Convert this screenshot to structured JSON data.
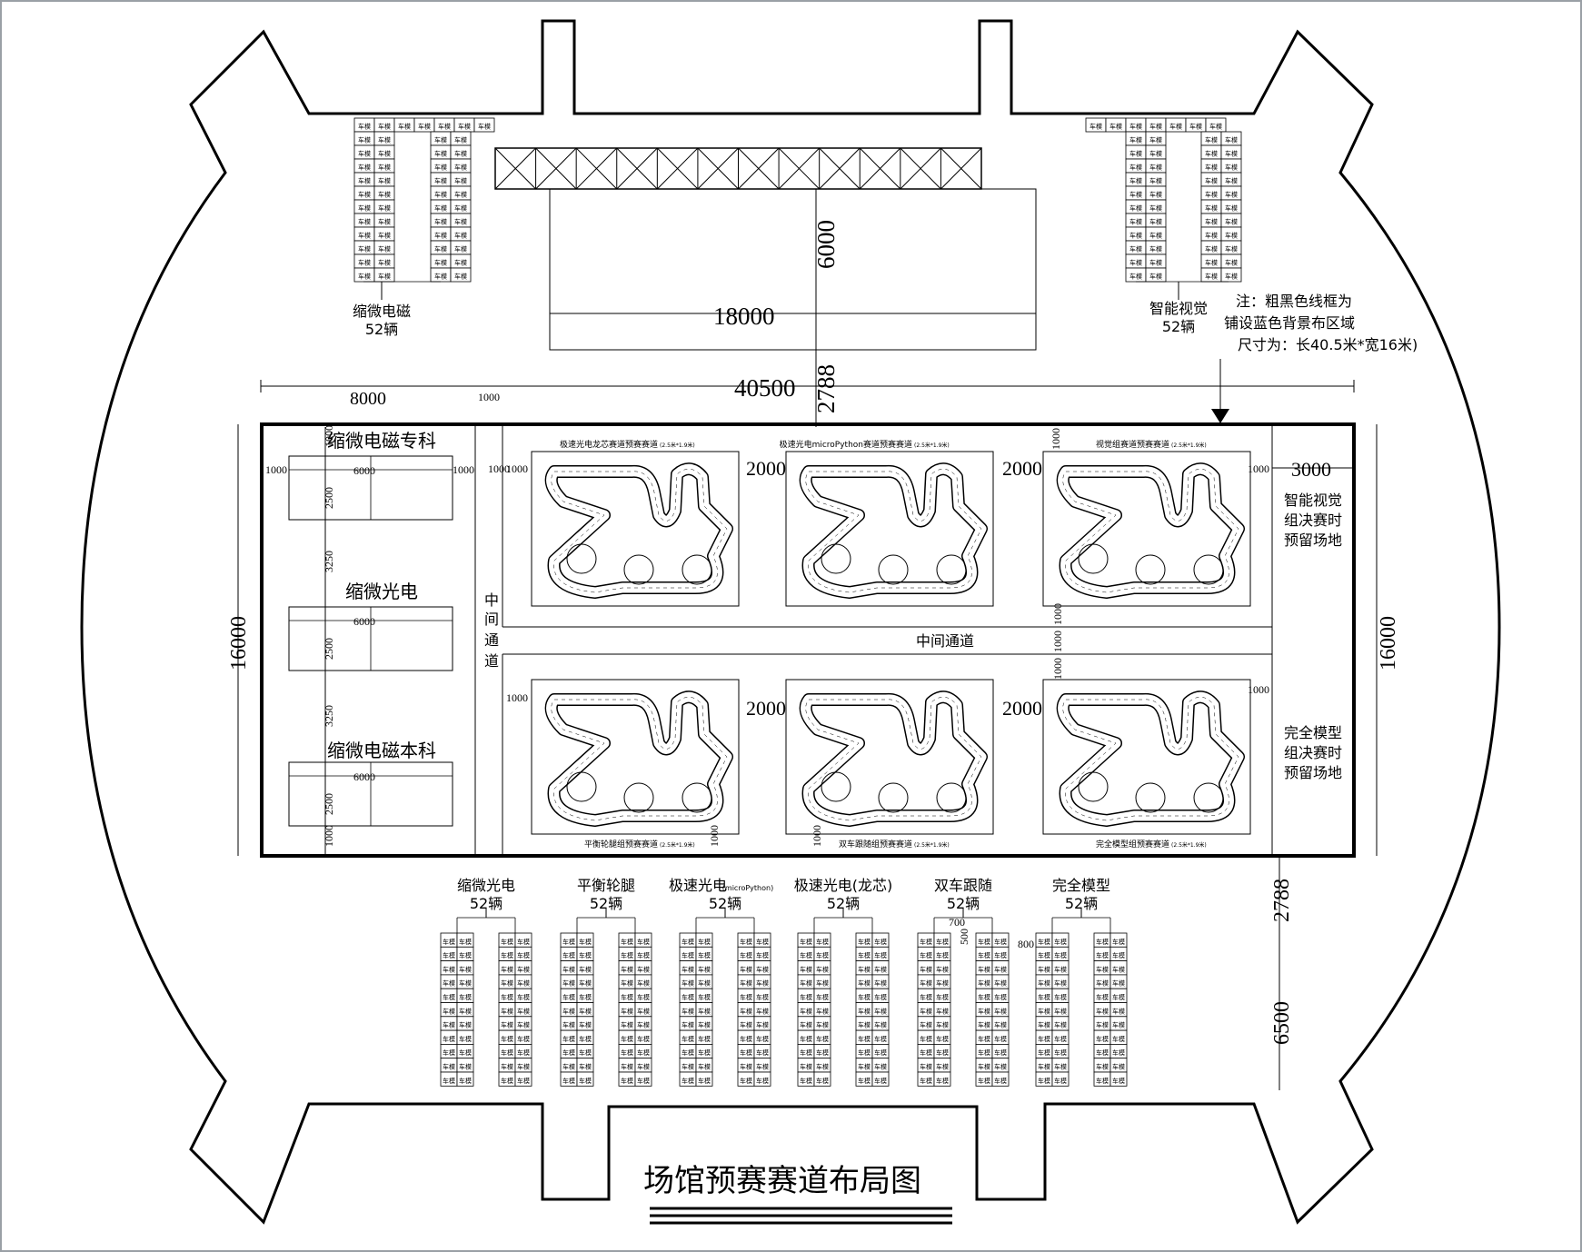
{
  "title": "场馆预赛赛道布局图",
  "note": {
    "line1": "注：粗黑色线框为",
    "line2": "铺设蓝色背景布区域",
    "line3": "尺寸为：长40.5米*宽16米)"
  },
  "top_parking": {
    "left": {
      "name": "缩微电磁",
      "count": "52辆"
    },
    "right": {
      "name": "智能视觉",
      "count": "52辆"
    }
  },
  "stand_dims": {
    "width": "18000",
    "depth": "6000"
  },
  "overall_dims": {
    "total_width": "40500",
    "left_zone_width": "8000",
    "gap_small": "1000",
    "gap_top": "2788",
    "height_left": "16000",
    "height_right": "16000",
    "right_zone_width": "3000",
    "gap_bottom": "2788",
    "parking_depth": "6500"
  },
  "left_zones": [
    {
      "name": "缩微电磁专科",
      "w": "6000",
      "h": "2500"
    },
    {
      "name": "缩微光电",
      "w": "6000",
      "h": "2500"
    },
    {
      "name": "缩微电磁本科",
      "w": "6000",
      "h": "2500"
    }
  ],
  "left_spacing": {
    "top": "1000",
    "gap1": "3250",
    "gap2": "3250",
    "bottom": "1000",
    "side": "1000"
  },
  "aisle": {
    "vertical": [
      "中",
      "间",
      "通",
      "道"
    ],
    "horizontal": "中间通道"
  },
  "tracks": {
    "top": [
      {
        "title": "极速光电龙芯赛道预赛赛道",
        "note": "(2.5米*1.9米)"
      },
      {
        "title": "极速光电microPython赛道预赛赛道",
        "note": "(2.5米*1.9米)"
      },
      {
        "title": "视觉组赛道预赛赛道",
        "note": "(2.5米*1.9米)"
      }
    ],
    "bottom": [
      {
        "title": "平衡轮腿组预赛赛道",
        "note": "(2.5米*1.9米)"
      },
      {
        "title": "双车跟随组预赛赛道",
        "note": "(2.5米*1.9米)"
      },
      {
        "title": "完全模型组预赛赛道",
        "note": "(2.5米*1.9米)"
      }
    ],
    "gap": "2000",
    "edge": "1000"
  },
  "right_zones": {
    "top": [
      "智能视觉",
      "组决赛时",
      "预留场地"
    ],
    "bottom": [
      "完全模型",
      "组决赛时",
      "预留场地"
    ]
  },
  "bottom_parking": [
    {
      "name": "缩微光电",
      "count": "52辆"
    },
    {
      "name": "平衡轮腿",
      "count": "52辆"
    },
    {
      "name": "极速光电",
      "sub": "(microPython)",
      "count": "52辆"
    },
    {
      "name": "极速光电(龙芯)",
      "count": "52辆"
    },
    {
      "name": "双车跟随",
      "count": "52辆"
    },
    {
      "name": "完全模型",
      "count": "52辆"
    }
  ],
  "bottom_spacing": {
    "aisle": "700",
    "cell": "500",
    "gap": "800"
  },
  "cell_label": "车模",
  "colors": {
    "line": "#000000",
    "frame": "#9aa0a6"
  }
}
